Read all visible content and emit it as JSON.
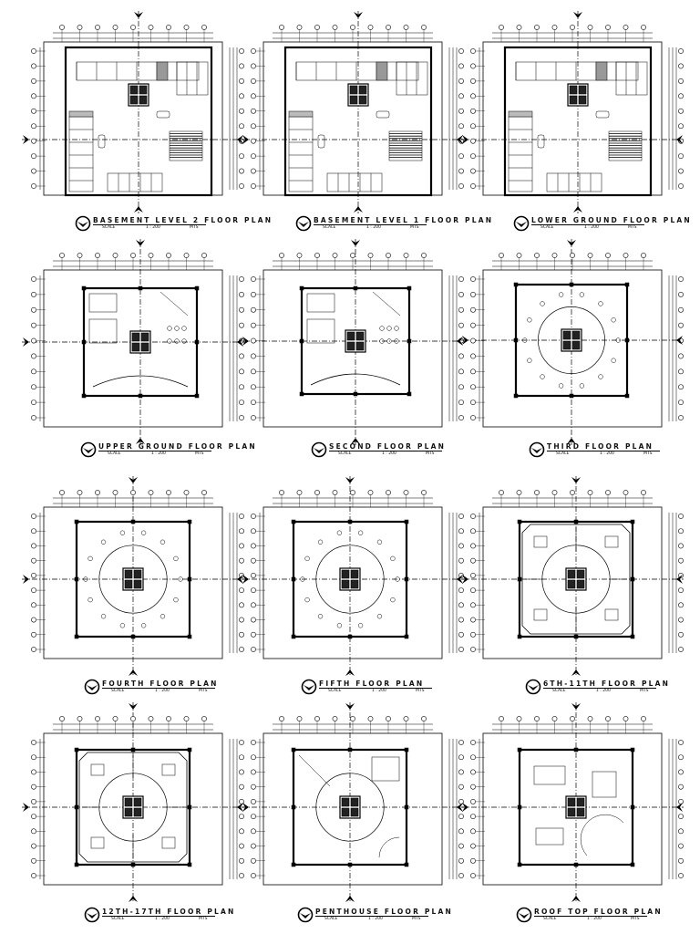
{
  "sheet": {
    "scale_label": "SCALE",
    "scale_value": "1 : 200",
    "units": "MTS"
  },
  "plans": [
    {
      "title": "BASEMENT LEVEL 2 FLOOR PLAN"
    },
    {
      "title": "BASEMENT LEVEL 1 FLOOR PLAN"
    },
    {
      "title": "LOWER GROUND FLOOR PLAN"
    },
    {
      "title": "UPPER GROUND FLOOR PLAN"
    },
    {
      "title": "SECOND FLOOR PLAN"
    },
    {
      "title": "THIRD FLOOR PLAN"
    },
    {
      "title": "FOURTH FLOOR PLAN"
    },
    {
      "title": "FIFTH FLOOR PLAN"
    },
    {
      "title": "6TH-11TH FLOOR PLAN"
    },
    {
      "title": "12TH-17TH FLOOR PLAN"
    },
    {
      "title": "PENTHOUSE FLOOR PLAN"
    },
    {
      "title": "ROOF TOP FLOOR PLAN"
    }
  ]
}
